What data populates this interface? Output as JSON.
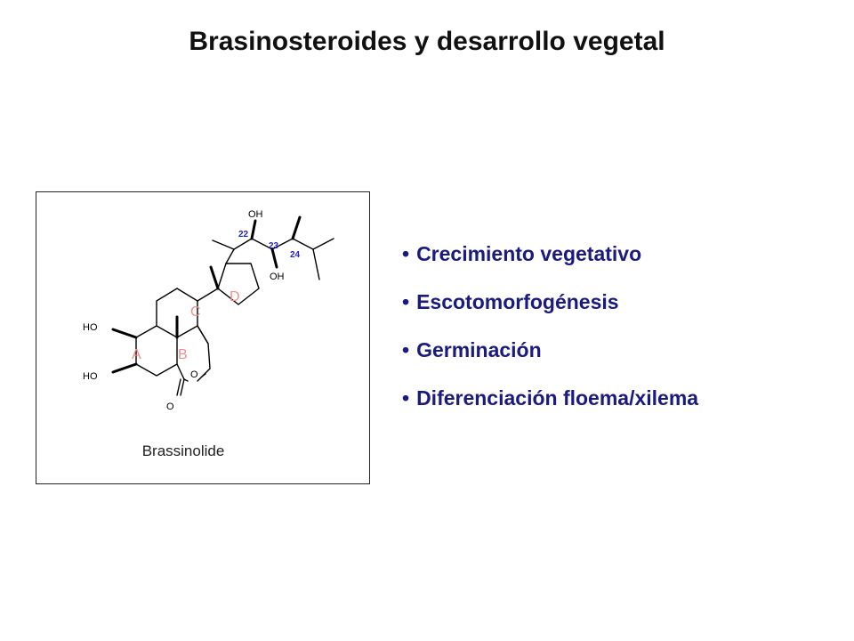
{
  "slide": {
    "title": "Brasinosteroides y desarrollo vegetal"
  },
  "figure": {
    "caption": "Brassinolide",
    "ring_labels": [
      "A",
      "B",
      "C",
      "D"
    ],
    "atom_labels": {
      "ho_upper": "HO",
      "ho_lower": "HO",
      "oh_22": "OH",
      "oh_23": "OH",
      "lactone_o": "O",
      "carbonyl_o": "O"
    },
    "carbon_numbers": [
      "22",
      "23",
      "24"
    ],
    "colors": {
      "ring_label": "#ef8f8f",
      "carbon_number": "#2222cc",
      "bond": "#000000"
    }
  },
  "bullets": {
    "marker": "•",
    "items": [
      "Crecimiento vegetativo",
      "Escotomorfogénesis",
      "Germinación",
      "Diferenciación floema/xilema"
    ]
  }
}
